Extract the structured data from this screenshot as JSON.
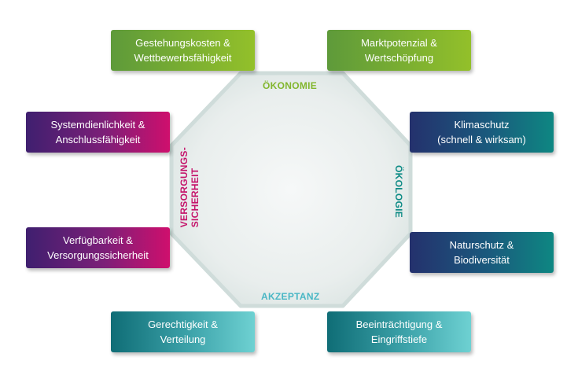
{
  "diagram": {
    "octagon_labels": {
      "top": "ÖKONOMIE",
      "right": "ÖKOLOGIE",
      "bottom": "AKZEPTANZ",
      "left_line1": "VERSORGUNGS-",
      "left_line2": "SICHERHEIT"
    },
    "boxes": {
      "top_left": {
        "line1": "Gestehungskosten &",
        "line2": "Wettbewerbsfähigkeit"
      },
      "top_right": {
        "line1": "Marktpotenzial &",
        "line2": "Wertschöpfung"
      },
      "mid_right_upper": {
        "line1": "Klimaschutz",
        "line2": "(schnell & wirksam)"
      },
      "mid_right_lower": {
        "line1": "Naturschutz &",
        "line2": "Biodiversität"
      },
      "bottom_right": {
        "line1": "Beeinträchtigung &",
        "line2": "Eingriffstiefe"
      },
      "bottom_left": {
        "line1": "Gerechtigkeit &",
        "line2": "Verteilung"
      },
      "mid_left_lower": {
        "line1": "Verfügbarkeit &",
        "line2": "Versorgungssicherheit"
      },
      "mid_left_upper": {
        "line1": "Systemdienlichkeit &",
        "line2": "Anschlussfähigkeit"
      }
    },
    "colors": {
      "oekonomie": "#82b62d",
      "oekologie": "#0e8b85",
      "akzeptanz": "#4ab7c5",
      "versorgungssicherheit": "#c5146b",
      "octagon_fill": "#e6ebea",
      "octagon_stroke": "#cfdcda"
    }
  }
}
